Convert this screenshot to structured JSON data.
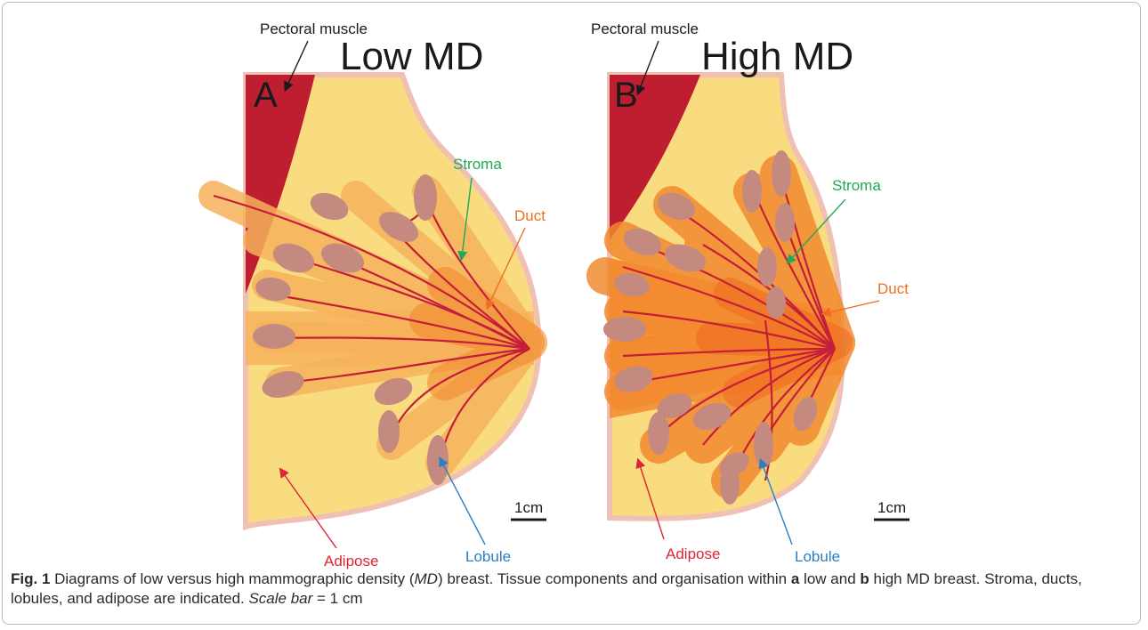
{
  "panels": {
    "a": {
      "letter": "A",
      "title": "Low MD",
      "labels": {
        "pectoral": "Pectoral muscle",
        "stroma": "Stroma",
        "duct": "Duct",
        "adipose": "Adipose",
        "lobule": "Lobule",
        "scale": "1cm"
      }
    },
    "b": {
      "letter": "B",
      "title": "High MD",
      "labels": {
        "pectoral": "Pectoral muscle",
        "stroma": "Stroma",
        "duct": "Duct",
        "adipose": "Adipose",
        "lobule": "Lobule",
        "scale": "1cm"
      }
    }
  },
  "caption": {
    "fig": "Fig. 1",
    "t1": " Diagrams of low versus high mammographic density (",
    "md1": "MD",
    "t2": ") breast. Tissue components and organisation within ",
    "a": "a",
    "t3": " low and ",
    "b": "b",
    "t4": " high MD breast. Stroma, ducts, lobules, and adipose are indicated. ",
    "scale_label": "Scale bar",
    "t5": " = 1 cm"
  },
  "colors": {
    "adipose": "#f9dc7f",
    "skin": "#f0c0b5",
    "muscle": "#bf1d30",
    "stroma_low": "#f6b25b",
    "stroma_high": "#f28a30",
    "duct": "#c41e3a",
    "lobule": "#c48a80",
    "stroma_text": "#1faa56",
    "duct_text": "#ef6c22",
    "adipose_text": "#dd2535",
    "lobule_text": "#2a7fc4"
  }
}
